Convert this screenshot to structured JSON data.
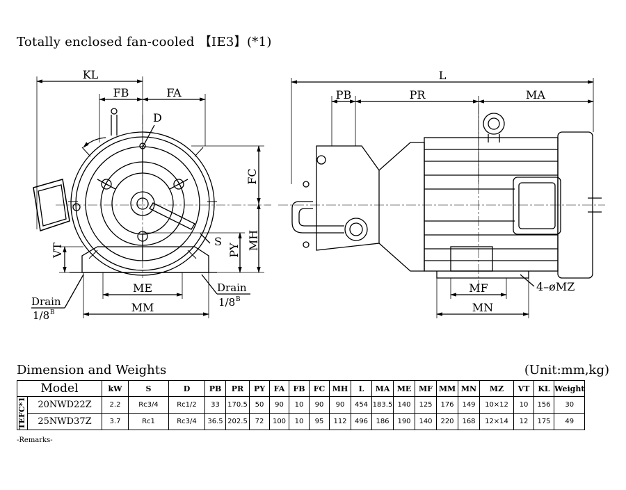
{
  "title": "Totally enclosed fan-cooled 【IE3】(*1)",
  "drawing_labels": {
    "KL": "KL",
    "FB": "FB",
    "FA": "FA",
    "D": "D",
    "FC": "FC",
    "MH": "MH",
    "PY": "PY",
    "S": "S",
    "VT": "VT",
    "ME": "ME",
    "MM": "MM",
    "drain": "Drain",
    "drain_size": "1/8",
    "L": "L",
    "PB": "PB",
    "PR": "PR",
    "MA": "MA",
    "MF": "MF",
    "MN": "MN",
    "MZ": "4–øMZ"
  },
  "section_title": "Dimension and Weights",
  "unit": "(Unit:mm,kg)",
  "table": {
    "headers": [
      "Model",
      "kW",
      "S",
      "D",
      "PB",
      "PR",
      "PY",
      "FA",
      "FB",
      "FC",
      "MH",
      "L",
      "MA",
      "ME",
      "MF",
      "MM",
      "MN",
      "MZ",
      "VT",
      "KL",
      "Weight"
    ],
    "group_label": "TEFC*1",
    "rows": [
      [
        "20NWD22Z",
        "2.2",
        "Rc3/4",
        "Rc1/2",
        "33",
        "170.5",
        "50",
        "90",
        "10",
        "90",
        "90",
        "454",
        "183.5",
        "140",
        "125",
        "176",
        "149",
        "10×12",
        "10",
        "156",
        "30"
      ],
      [
        "25NWD37Z",
        "3.7",
        "Rc1",
        "Rc3/4",
        "36.5",
        "202.5",
        "72",
        "100",
        "10",
        "95",
        "112",
        "496",
        "186",
        "190",
        "140",
        "220",
        "168",
        "12×14",
        "12",
        "175",
        "49"
      ]
    ]
  },
  "remarks": "-Remarks-"
}
